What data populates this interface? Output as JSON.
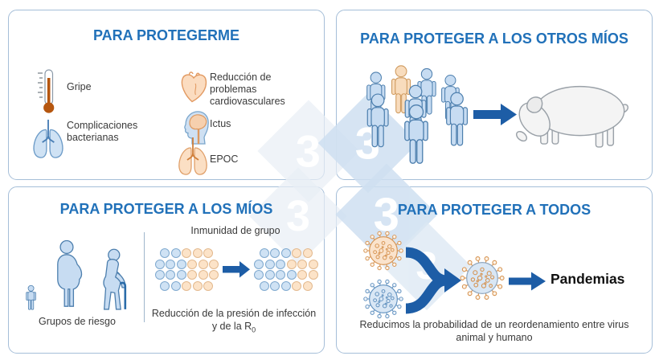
{
  "watermark": {
    "digit": "3"
  },
  "panels": {
    "protect_me": {
      "title": "PARA PROTEGERME",
      "items": [
        {
          "icon": "thermometer-icon",
          "label": "Gripe"
        },
        {
          "icon": "lungs-blue-icon",
          "label": "Complicaciones bacterianas"
        },
        {
          "icon": "heart-icon",
          "label": "Reducción de problemas cardiovasculares"
        },
        {
          "icon": "head-brain-icon",
          "label": "Ictus"
        },
        {
          "icon": "lungs-orange-icon",
          "label": "EPOC"
        }
      ]
    },
    "protect_others": {
      "title": "PARA PROTEGER A LOS OTROS MÍOS",
      "icons": [
        "crowd-icon",
        "arrow-right-icon",
        "pig-icon"
      ]
    },
    "protect_mine": {
      "title": "PARA PROTEGER A LOS MÍOS",
      "risk_label": "Grupos de riesgo",
      "herd_label": "Inmunidad de grupo",
      "caption_line1": "Reducción de la presión de infección",
      "caption_line2_prefix": "y de la R",
      "caption_sub": "0",
      "icons": [
        "child-icon",
        "pregnant-woman-icon",
        "elderly-icon",
        "arrow-right-icon"
      ],
      "dots_before": [
        "BBOOO",
        "BBBOOO",
        "BBBOOO",
        "BBOOO"
      ],
      "dots_after": [
        "BBBOO",
        "BBBOOO",
        "BBBBOO",
        "BBBOO"
      ]
    },
    "protect_all": {
      "title": "PARA PROTEGER A TODOS",
      "outcome": "Pandemias",
      "caption": "Reducimos la probabilidad de un reordenamiento entre virus animal y humano",
      "icons": [
        "virus-orange-icon",
        "virus-blue-icon",
        "merge-arrow-icon",
        "virus-hybrid-icon",
        "arrow-right-icon"
      ]
    }
  },
  "colors": {
    "title_blue": "#2171b9",
    "arrow_blue": "#1d5da6",
    "dot_blue": "#cfe2f4",
    "dot_orange": "#fce3c8",
    "panel_border": "#a5bed8"
  }
}
